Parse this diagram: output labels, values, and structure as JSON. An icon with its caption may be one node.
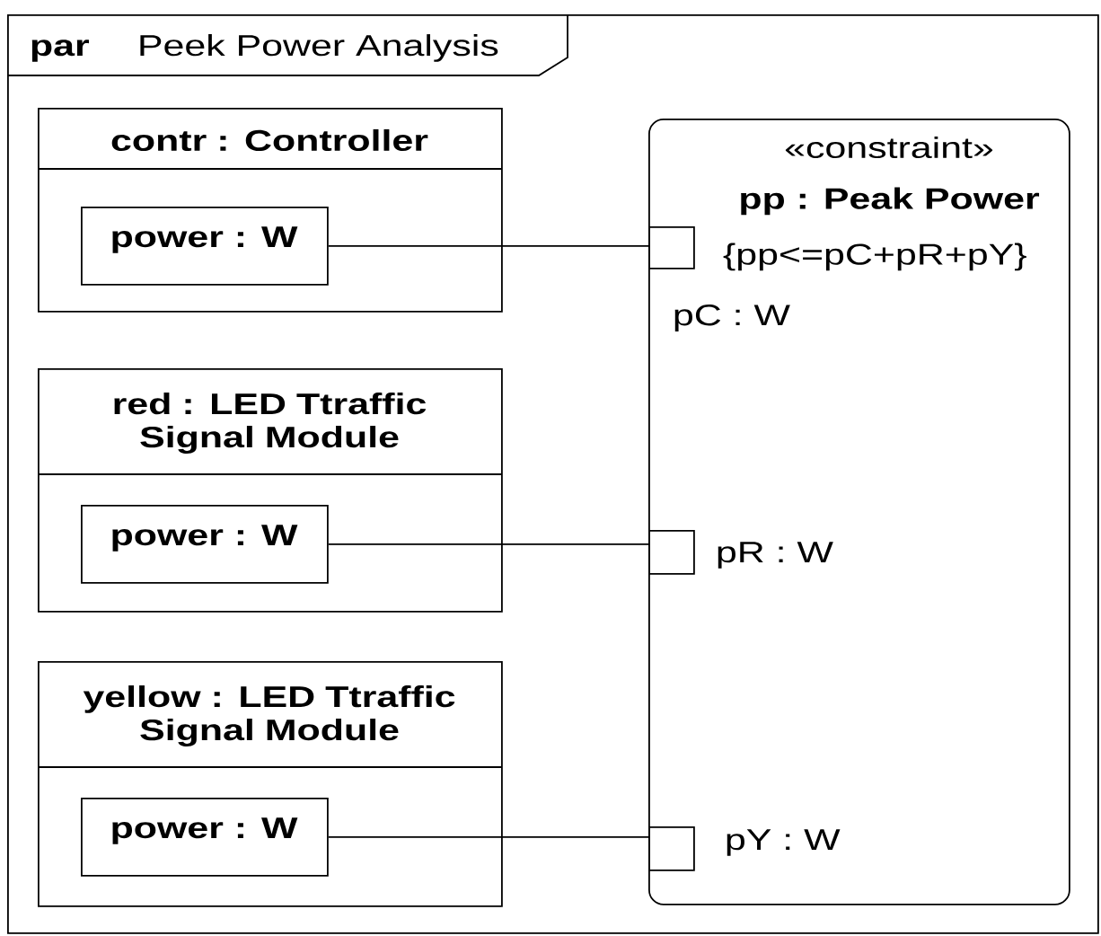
{
  "diagram": {
    "nodes": [
      {
        "text": [
          "par",
          "Peek Power Analysis"
        ]
      },
      {
        "text": [
          "contr : Controller"
        ],
        "in": 0
      },
      {
        "text": [
          "power : W"
        ],
        "in": 1
      },
      {
        "text": [
          "red : LED Ttraffic Signal Module"
        ],
        "in": 0
      },
      {
        "text": [
          "power : W"
        ],
        "in": 3
      },
      {
        "text": [
          "yellow : LED Ttraffic Signal Module"
        ],
        "in": 0
      },
      {
        "text": [
          "power : W"
        ],
        "in": 5
      },
      {
        "text": [
          "«constraint»",
          "pp : Peak Power",
          "{pp<=pC+pR+pY}"
        ],
        "in": 0
      },
      {
        "text": [],
        "shape": "box",
        "beside": [
          "pC : W"
        ],
        "in": 7
      },
      {
        "text": [],
        "shape": "box",
        "beside": [
          "pR : W"
        ],
        "in": 7
      },
      {
        "text": [],
        "shape": "box",
        "beside": [
          "pY : W"
        ],
        "in": 7
      }
    ],
    "edges": [
      {
        "from": 2,
        "to": 8,
        "arrow": "none"
      },
      {
        "from": 4,
        "to": 9,
        "arrow": "none"
      },
      {
        "from": 6,
        "to": 10,
        "arrow": "none"
      }
    ]
  }
}
